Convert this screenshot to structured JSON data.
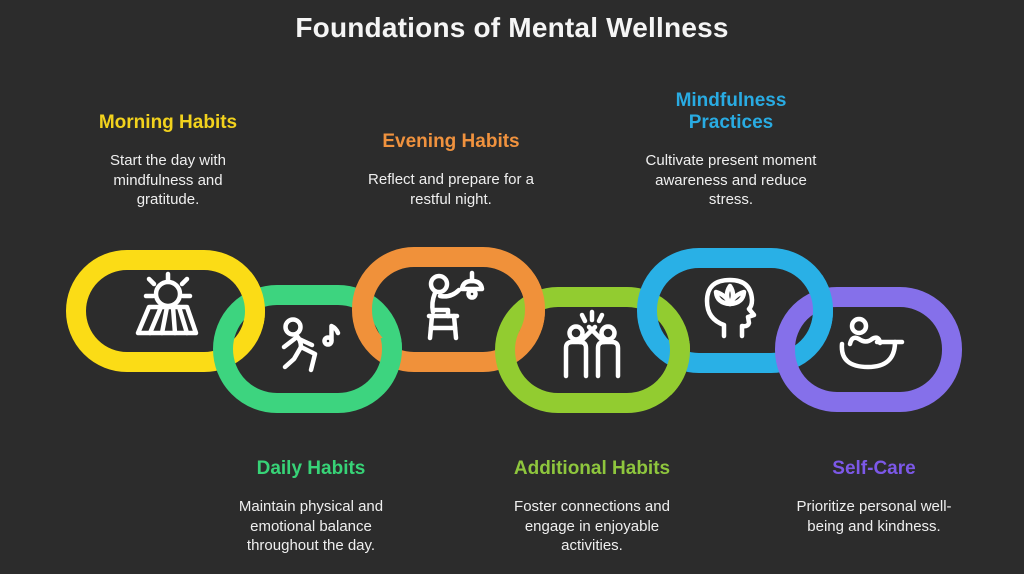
{
  "title": "Foundations of Mental Wellness",
  "background": "#2c2c2c",
  "body_text_color": "#efefef",
  "sections": [
    {
      "id": "morning",
      "label": "Morning Habits",
      "heading_color": "#f2d21d",
      "link_color": "#fbdc16",
      "description": "Start the day with mindfulness and gratitude.",
      "icon": "sunrise-field-icon",
      "row": "top"
    },
    {
      "id": "daily",
      "label": "Daily Habits",
      "heading_color": "#37d377",
      "link_color": "#3dd47f",
      "description": "Maintain physical and emotional balance throughout the day.",
      "icon": "dancing-person-icon",
      "row": "bottom"
    },
    {
      "id": "evening",
      "label": "Evening Habits",
      "heading_color": "#f0923e",
      "link_color": "#f0913a",
      "description": "Reflect and prepare for a restful night.",
      "icon": "person-on-stool-lamp-icon",
      "row": "top"
    },
    {
      "id": "additional",
      "label": "Additional Habits",
      "heading_color": "#8ec63d",
      "link_color": "#92cc30",
      "description": "Foster connections and engage in enjoyable activities.",
      "icon": "high-five-icon",
      "row": "bottom"
    },
    {
      "id": "mindfulness",
      "label": "Mindfulness Practices",
      "heading_color": "#29abe2",
      "link_color": "#29b0e6",
      "description": "Cultivate present moment awareness and reduce stress.",
      "icon": "head-lotus-icon",
      "row": "top"
    },
    {
      "id": "selfcare",
      "label": "Self-Care",
      "heading_color": "#7c58e8",
      "link_color": "#8570ea",
      "description": "Prioritize personal well-being and kindness.",
      "icon": "person-bathing-icon",
      "row": "bottom"
    }
  ]
}
